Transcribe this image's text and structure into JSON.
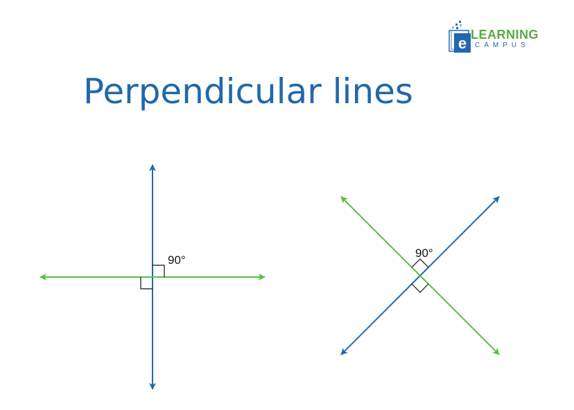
{
  "logo": {
    "line1_e": "e",
    "line1": "LEARNING",
    "line2": "CAMPUS"
  },
  "title": "Perpendicular lines",
  "figures": [
    {
      "angle_label": "90°"
    },
    {
      "angle_label": "90°"
    }
  ],
  "colors": {
    "blue": "#2168ac",
    "green": "#5cbb47",
    "logo_green": "#5aa949",
    "right_angle_mark": "#111111"
  }
}
